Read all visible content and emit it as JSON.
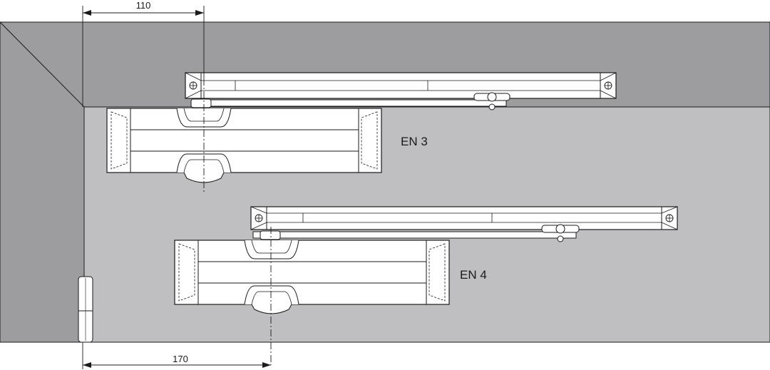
{
  "dimensions": {
    "top": "110",
    "bottom": "170"
  },
  "closers": [
    {
      "label": "EN 3"
    },
    {
      "label": "EN 4"
    }
  ],
  "colors": {
    "wall": "#9d9d9f",
    "door": "#bfbfc1",
    "part_fill": "#ffffff",
    "line": "#1a1a1a"
  }
}
